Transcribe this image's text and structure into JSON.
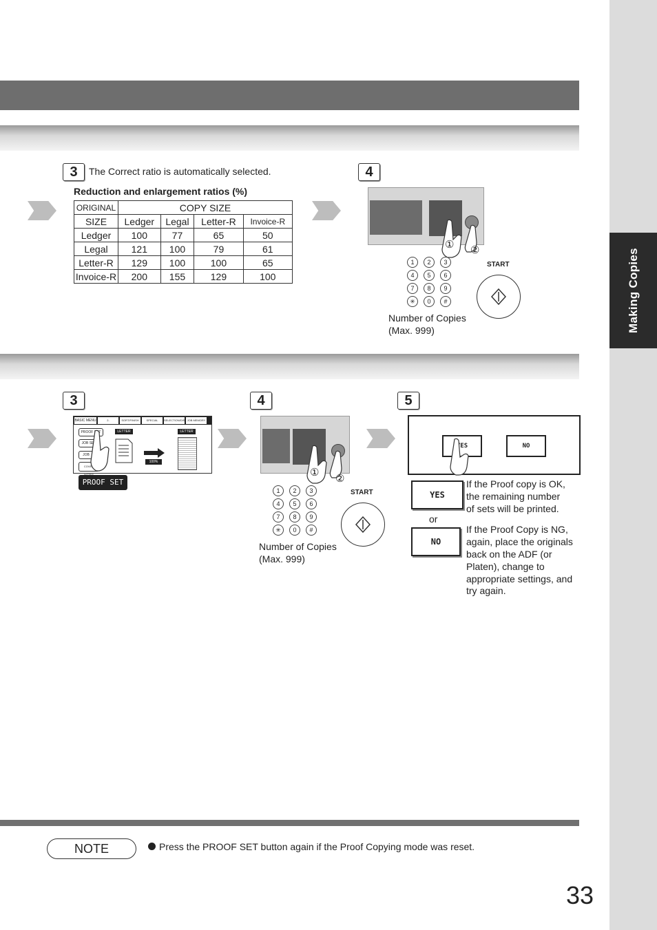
{
  "side_tab": "Making Copies",
  "page_number": "33",
  "section1": {
    "step3": {
      "number": "3",
      "text": "The Correct ratio is automatically selected.",
      "table_title": "Reduction and enlargement ratios (%)",
      "header_original": "ORIGINAL",
      "header_size": "SIZE",
      "header_copy_size": "COPY SIZE",
      "columns": [
        "Ledger",
        "Legal",
        "Letter-R",
        "Invoice-R"
      ],
      "rows": [
        {
          "label": "Ledger",
          "values": [
            "100",
            "77",
            "65",
            "50"
          ]
        },
        {
          "label": "Legal",
          "values": [
            "121",
            "100",
            "79",
            "61"
          ]
        },
        {
          "label": "Letter-R",
          "values": [
            "129",
            "100",
            "100",
            "65"
          ]
        },
        {
          "label": "Invoice-R",
          "values": [
            "200",
            "155",
            "129",
            "100"
          ]
        }
      ]
    },
    "step4": {
      "number": "4",
      "circle1": "①",
      "circle2": "②",
      "start_label": "START",
      "caption_line1": "Number of Copies",
      "caption_line2": "(Max. 999)"
    }
  },
  "section2": {
    "step3": {
      "number": "3",
      "tabs": [
        "BASIC MENU",
        "2-SIDED/ORIG.→COPY",
        "SORT/FINISH",
        "SPECIAL EFFECTS",
        "SELECTION/DISPLAY",
        "JOB MEMORY"
      ],
      "proof_set": "PROOF SET",
      "job_setting": "JOB SET",
      "job": "JOB",
      "cover_notes": "COVER NOTES",
      "letter_left": "LETTER",
      "letter_right": "LETTER",
      "zoom": "100%",
      "proof_set_button": "PROOF SET"
    },
    "step4": {
      "number": "4",
      "circle1": "①",
      "circle2": "②",
      "start_label": "START",
      "caption_line1": "Number of Copies",
      "caption_line2": "(Max. 999)"
    },
    "step5": {
      "number": "5",
      "yes_button": "YES",
      "no_button": "NO",
      "yes_key": "YES",
      "no_key": "NO",
      "yes_text": [
        "If the Proof copy is OK,",
        "the remaining number",
        "of sets will be printed."
      ],
      "or": "or",
      "no_text": [
        "If the Proof Copy is NG,",
        "again, place the originals",
        "back on the ADF (or",
        "Platen), change to",
        "appropriate settings, and",
        "try again."
      ]
    }
  },
  "note": {
    "label": "NOTE",
    "text": "Press the PROOF SET button again if the Proof Copying mode was reset."
  },
  "keypad": [
    "1",
    "2",
    "3",
    "4",
    "5",
    "6",
    "7",
    "8",
    "9",
    "✳",
    "0",
    "#"
  ]
}
